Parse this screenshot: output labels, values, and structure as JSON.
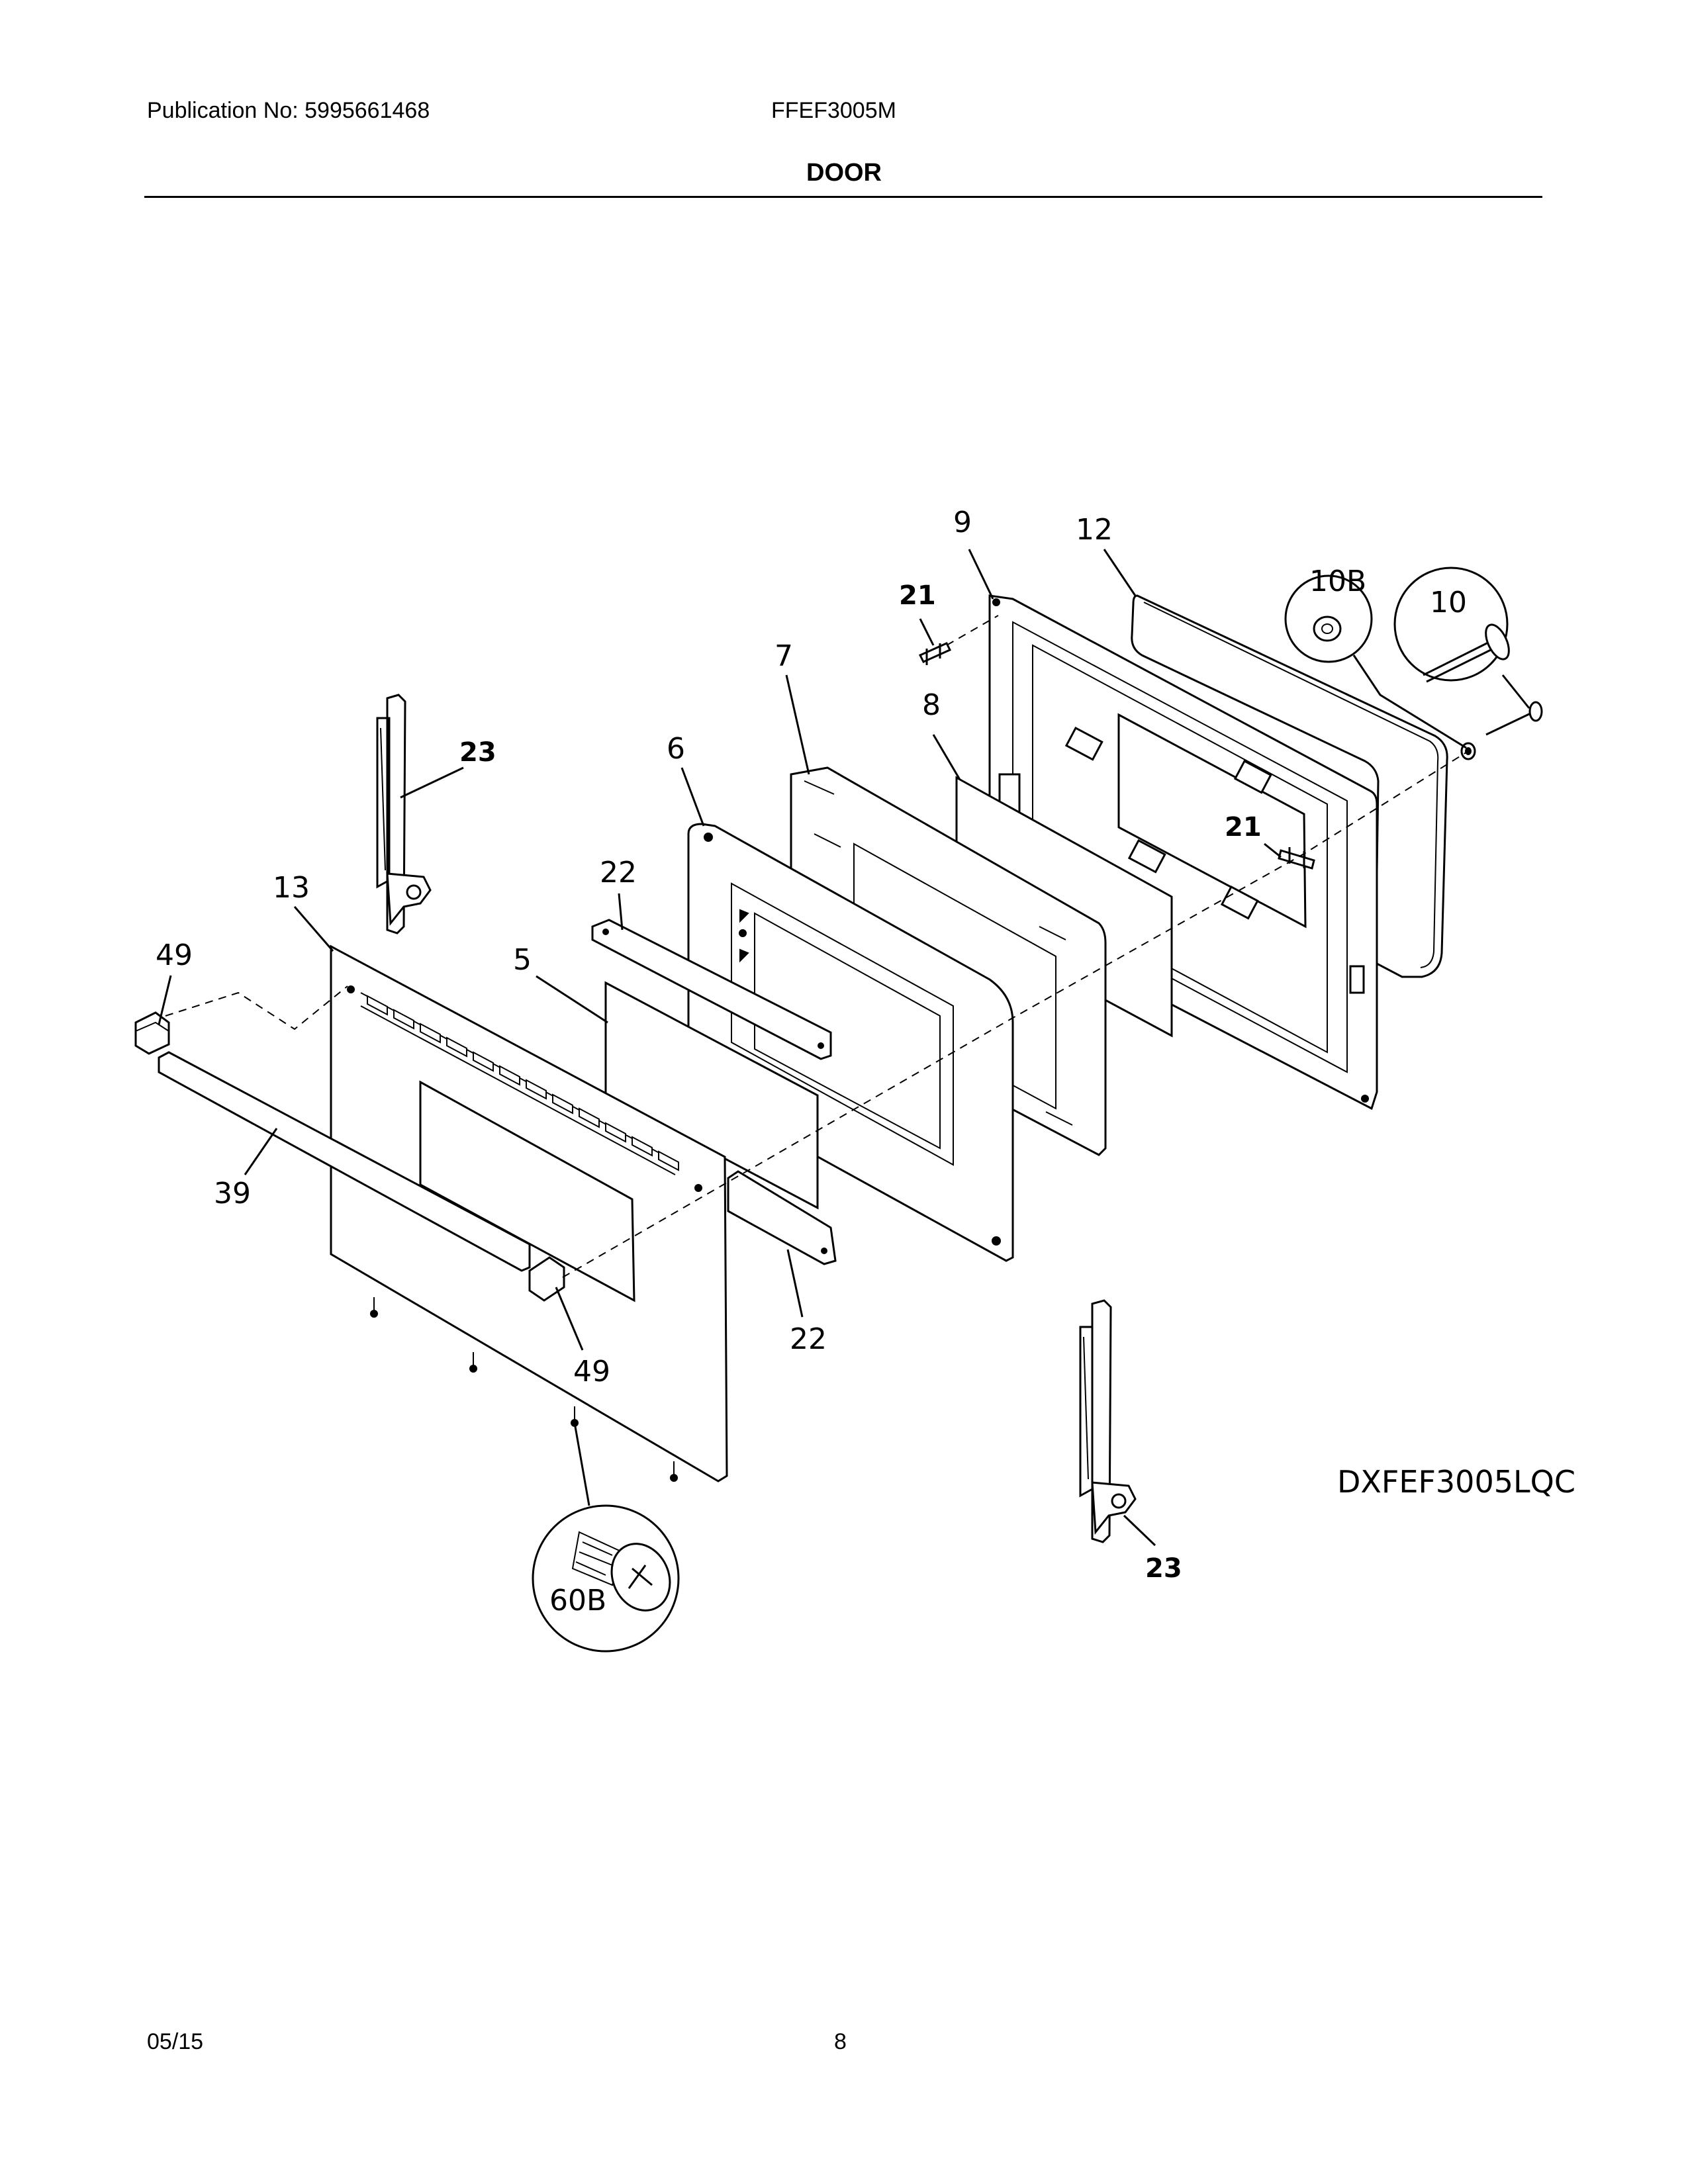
{
  "header": {
    "publication": "Publication No: 5995661468",
    "model": "FFEF3005M",
    "section": "DOOR"
  },
  "footer": {
    "date": "05/15",
    "page": "8"
  },
  "diagram": {
    "code": "DXFEF3005LQC",
    "callouts": {
      "c9": "9",
      "c12": "12",
      "c10b": "10B",
      "c10": "10",
      "c21_top": "21",
      "c7": "7",
      "c8": "8",
      "c23_top": "23",
      "c6": "6",
      "c21_right": "21",
      "c13": "13",
      "c22_top": "22",
      "c49_left": "49",
      "c5": "5",
      "c39": "39",
      "c22_bottom": "22",
      "c49_bottom": "49",
      "c60b": "60B",
      "c23_bottom": "23"
    }
  }
}
